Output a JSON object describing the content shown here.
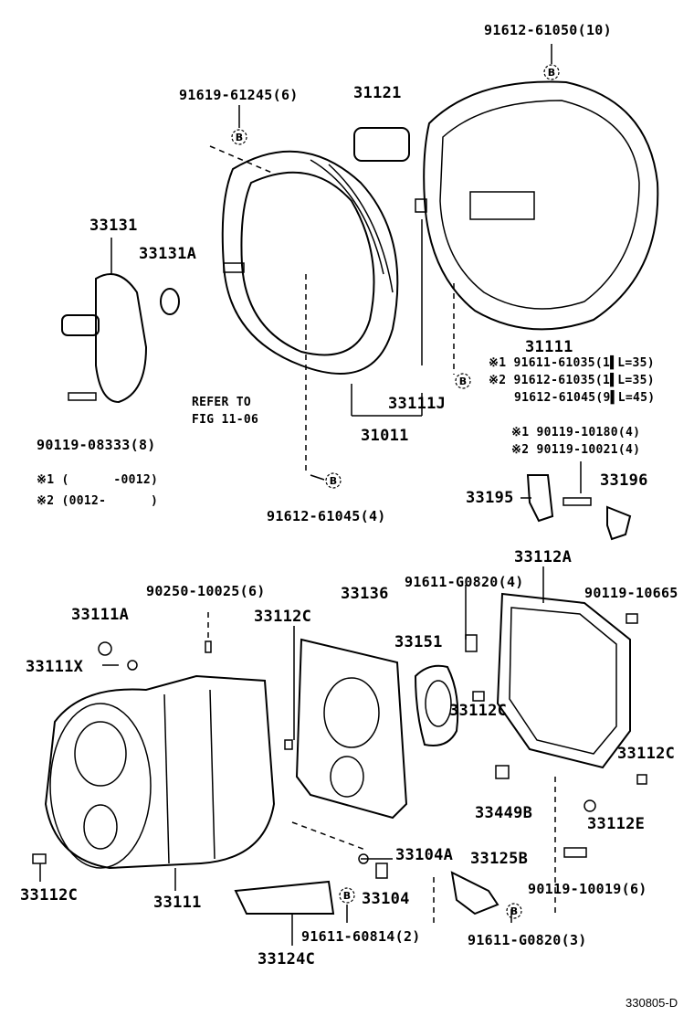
{
  "diagram_id": "330805-D",
  "labels": {
    "p91612_61050": "91612-61050(10)",
    "p91619_61245": "91619-61245(6)",
    "p31121": "31121",
    "p33131": "33131",
    "p33131A": "33131A",
    "p31111_top": "31111",
    "n1_91611_61035": "※1 91611-61035(1▌L=35)",
    "n2_91612_61035": "※2 91612-61035(1▌L=35)",
    "p91612_61045_9": "91612-61045(9▌L=45)",
    "refer_to": "REFER TO",
    "fig": "FIG 11-06",
    "p33111J": "33111J",
    "p31011": "31011",
    "p90119_08333": "90119-08333(8)",
    "n1_90119_10180": "※1 90119-10180(4)",
    "n2_90119_10021": "※2 90119-10021(4)",
    "note1": "※1 (      -0012)",
    "note2": "※2 (0012-      )",
    "p33195": "33195",
    "p33196": "33196",
    "p91612_61045_4": "91612-61045(4)",
    "p33112A": "33112A",
    "p90250_10025": "90250-10025(6)",
    "p33112C_a": "33112C",
    "p33136": "33136",
    "p91611_G0820_4": "91611-G0820(4)",
    "p90119_10665": "90119-10665",
    "p33111A": "33111A",
    "p33111X": "33111X",
    "p33151": "33151",
    "p33112C_b": "33112C",
    "p33112C_c": "33112C",
    "p33449B": "33449B",
    "p33112E": "33112E",
    "p33104A": "33104A",
    "p33125B": "33125B",
    "p33112C_d": "33112C",
    "p33111_bottom": "33111",
    "p33104": "33104",
    "p90119_10019": "90119-10019(6)",
    "p91611_60814": "91611-60814(2)",
    "p91611_G0820_3": "91611-G0820(3)",
    "p33124C": "33124C",
    "ref_b": "B"
  }
}
